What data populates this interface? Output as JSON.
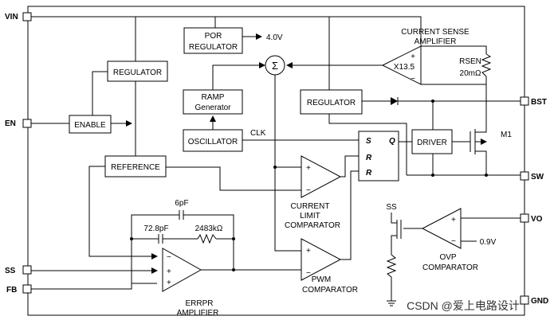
{
  "pins": {
    "vin": "VIN",
    "en": "EN",
    "ss": "SS",
    "fb": "FB",
    "bst": "BST",
    "sw": "SW",
    "vo": "VO",
    "gnd": "GND"
  },
  "blocks": {
    "por_line1": "POR",
    "por_line2": "REGULATOR",
    "por_out": "4.0V",
    "regulator_left": "REGULATOR",
    "enable": "ENABLE",
    "ramp_line1": "RAMP",
    "ramp_line2": "Generator",
    "oscillator": "OSCILLATOR",
    "clk": "CLK",
    "reference": "REFERENCE",
    "regulator_right": "REGULATOR",
    "driver": "DRIVER",
    "sum": "Σ",
    "csa_gain": "X13.5",
    "csa_title_line1": "CURRENT SENSE",
    "csa_title_line2": "AMPLIFIER",
    "rsen_line1": "RSEN",
    "rsen_line2": "20mΩ",
    "m1": "M1",
    "latch_s": "S",
    "latch_r1": "R",
    "latch_r2": "R",
    "latch_q": "Q",
    "climit_line1": "CURRENT",
    "climit_line2": "LIMIT",
    "climit_line3": "COMPARATOR",
    "pwm_line1": "PWM",
    "pwm_line2": "COMPARATOR",
    "err_line1": "ERRPR",
    "err_line2": "AMPLIFIER",
    "cap1": "6pF",
    "cap2": "72.8pF",
    "res1": "2483kΩ",
    "ovp_line1": "OVP",
    "ovp_line2": "COMPARATOR",
    "ovp_ref": "0.9V",
    "ovp_ss": "SS",
    "plus": "+",
    "minus": "−"
  },
  "watermark": "CSDN @爱上电路设计"
}
